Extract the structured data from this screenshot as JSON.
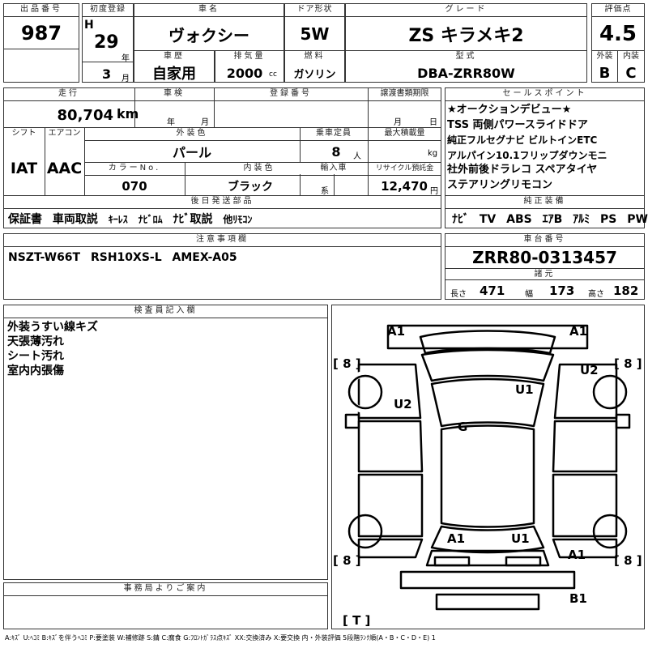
{
  "header": {
    "lot_label": "出品番号",
    "lot_no": "987",
    "reg_label": "初度登録",
    "era": "H",
    "year": "29",
    "year_unit": "年",
    "month": "3",
    "month_unit": "月",
    "car_name_label": "車名",
    "car_name": "ヴォクシー",
    "door_label": "ドア形状",
    "door": "5W",
    "grade_label": "グレード",
    "grade": "ZS キラメキ2",
    "score_label": "評価点",
    "score": "4.5",
    "history_label": "車歴",
    "history": "自家用",
    "displacement_label": "排気量",
    "displacement": "2000",
    "displacement_unit": "cc",
    "fuel_label": "燃料",
    "fuel": "ガソリン",
    "model_label": "型式",
    "model": "DBA-ZRR80W",
    "ext_grade_label": "外装",
    "ext_grade": "B",
    "int_grade_label": "内装",
    "int_grade": "C"
  },
  "row2": {
    "mileage_label": "走行",
    "mileage": "80,704",
    "mileage_unit": "km",
    "inspection_label": "車検",
    "insp_year_unit": "年",
    "insp_month_unit": "月",
    "plate_label": "登録番号",
    "transfer_label": "譲渡書類期限",
    "transfer_month_unit": "月",
    "transfer_day_unit": "日",
    "shift_label": "シフト",
    "shift": "IAT",
    "ac_label": "エアコン",
    "ac": "AAC",
    "ext_color_label": "外装色",
    "ext_color": "パール",
    "capacity_label": "乗車定員",
    "capacity": "8",
    "capacity_unit": "人",
    "maxload_label": "最大積載量",
    "maxload_unit": "kg",
    "color_no_label": "カラーNo.",
    "color_no": "070",
    "int_color_label": "内装色",
    "int_color": "ブラック",
    "int_color_unit": "系",
    "import_label": "輸入車",
    "recycle_label": "リサイクル預託金",
    "recycle": "12,470",
    "recycle_unit": "円",
    "later_label": "後日発送部品",
    "later_items": [
      "保証書",
      "車両取説",
      "ｷｰﾚｽ",
      "ﾅﾋﾞﾛﾑ",
      "ﾅﾋﾞ取説",
      "他ﾘﾓｺﾝ"
    ]
  },
  "sales_point": {
    "label": "セールスポイント",
    "lines": [
      "★オークションデビュー★",
      "TSS 両側パワースライドドア",
      "純正フルセグナビ ビルトインETC",
      "アルパイン10.1フリップダウンモニ",
      "社外前後ドラレコ スペアタイヤ",
      "ステアリングリモコン"
    ]
  },
  "equipment": {
    "label": "純正装備",
    "items": [
      "ﾅﾋﾞ",
      "TV",
      "ABS",
      "ｴｱB",
      "ｱﾙﾐ",
      "PS",
      "PW"
    ]
  },
  "notes": {
    "label": "注意事項欄",
    "text": "NSZT-W66T RSH10XS-L AMEX-A05"
  },
  "chassis": {
    "label": "車台番号",
    "number": "ZRR80-0313457",
    "spec_label": "諸元",
    "length_label": "長さ",
    "length": "471",
    "width_label": "幅",
    "width": "173",
    "height_label": "高さ",
    "height": "182"
  },
  "inspector": {
    "label": "検査員記入欄",
    "lines": [
      "外装うすい線キズ",
      "天張薄汚れ",
      "シート汚れ",
      "室内内張傷"
    ]
  },
  "office": {
    "label": "事務局よりご案内"
  },
  "diagram": {
    "marks": [
      "A1",
      "A1",
      "U2",
      "U2",
      "U1",
      "G",
      "A1",
      "U1",
      "A1",
      "B1"
    ],
    "tires": [
      "[ 8 ]",
      "[ 8 ]",
      "[ 8 ]",
      "[ 8 ]",
      "[ T ]"
    ]
  },
  "legend": "A:ｷｽﾞ U:ﾍｺﾐ B:ｷｽﾞを伴うﾍｺﾐ P:要塗装 W:補修跡 S:錆 C:腐食 G:ﾌﾛﾝﾄｶﾞﾗｽ点ｷｽﾞ XX:交換済み X:要交換 内・外装評価 5段階ﾗﾝｸ順(A・B・C・D・E) 1"
}
